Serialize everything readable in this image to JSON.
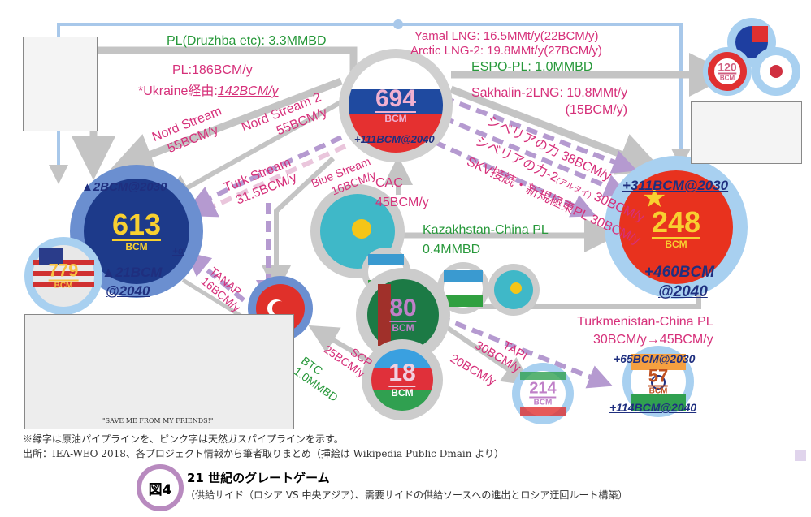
{
  "pipelines": {
    "druzhba": "PL(Druzhba etc): 3.3MMBD",
    "pl186": "PL:186BCM/y",
    "ukraine": "*Ukraine経由:",
    "ukraine_val": "142BCM/y",
    "nord1": "Nord Stream",
    "nord1_val": "55BCM/y",
    "nord2": "Nord Stream 2",
    "nord2_val": "55BCM/y",
    "turk": "Turk Stream",
    "turk_val": "31.5BCM/y",
    "blue": "Blue Stream",
    "blue_val": "16BCM/y",
    "cac": "CAC",
    "cac_val": "45BCM/y",
    "yamal": "Yamal LNG: 16.5MMt/y(22BCM/y)",
    "arctic": "Arctic LNG-2: 19.8MMt/y(27BCM/y)",
    "espo": "ESPO-PL: 1.0MMBD",
    "sakhalin": "Sakhalin-2LNG: 10.8MMt/y",
    "sakhalin_val": "(15BCM/y)",
    "pos": "シベリアの力",
    "pos_val": "38BCM/y",
    "pos2": "シベリアの力-2",
    "pos2_note": "(アルタイ)",
    "pos2_val": "30BCM/y",
    "skv": "SKV接続・新規極東PL",
    "skv_val": "30BCM/y",
    "kaz_china": "Kazakhstan-China PL",
    "kaz_china_val": "0.4MMBD",
    "tanap": "TANAP",
    "tanap_val": "16BCM/y",
    "scp": "SCP",
    "scp_val": "25BCM/y",
    "btc": "BTC",
    "btc_val": "1.0MMBD",
    "iran_val": "20BCM/y",
    "tapi": "TAPI",
    "tapi_val": "30BCM/y",
    "tkm_china": "Turkmenistan-China PL",
    "tkm_china_val": "30BCM/y→45BCM/y"
  },
  "nodes": {
    "russia": {
      "value": "694",
      "unit": "BCM",
      "delta": "+111BCM@2040"
    },
    "eu": {
      "value": "613",
      "unit": "BCM",
      "d2030": "▲2BCM@2030",
      "d2040": "▲21BCM",
      "d2040b": "@2040",
      "alpha": "+α"
    },
    "usa": {
      "value": "779",
      "unit": "BCM"
    },
    "china": {
      "value": "248",
      "unit": "BCM",
      "d2030": "+311BCM@2030",
      "d2040": "+460BCM",
      "d2040b": "@2040"
    },
    "turkmenistan": {
      "value": "80",
      "unit": "BCM"
    },
    "azerbaijan": {
      "value": "18",
      "unit": "BCM"
    },
    "iran": {
      "value": "214",
      "unit": "BCM"
    },
    "india": {
      "value": "57",
      "unit": "BCM",
      "d2030": "+65BCM@2030",
      "d2040": "+114BCM@2040"
    },
    "asia": {
      "value": "120",
      "unit": "BCM"
    }
  },
  "cartoon_caption": "\"SAVE ME FROM MY FRIENDS!\"",
  "notes": [
    "※緑字は原油パイプラインを、ピンク字は天然ガスパイプラインを示す。",
    "出所：IEA-WEO 2018、各プロジェクト情報から筆者取りまとめ（挿絵は Wikipedia Public Dmain より）"
  ],
  "figure": {
    "badge": "図4",
    "title": "21 世紀のグレートゲーム",
    "subtitle": "（供給サイド（ロシア VS 中央アジア）、需要サイドの供給ソースへの進出とロシア迂回ルート構築）"
  },
  "colors": {
    "pink": "#d6307a",
    "green": "#27983a",
    "navy": "#1f2f7f",
    "gray": "#c4c4c4",
    "purple": "#b59ad0"
  }
}
